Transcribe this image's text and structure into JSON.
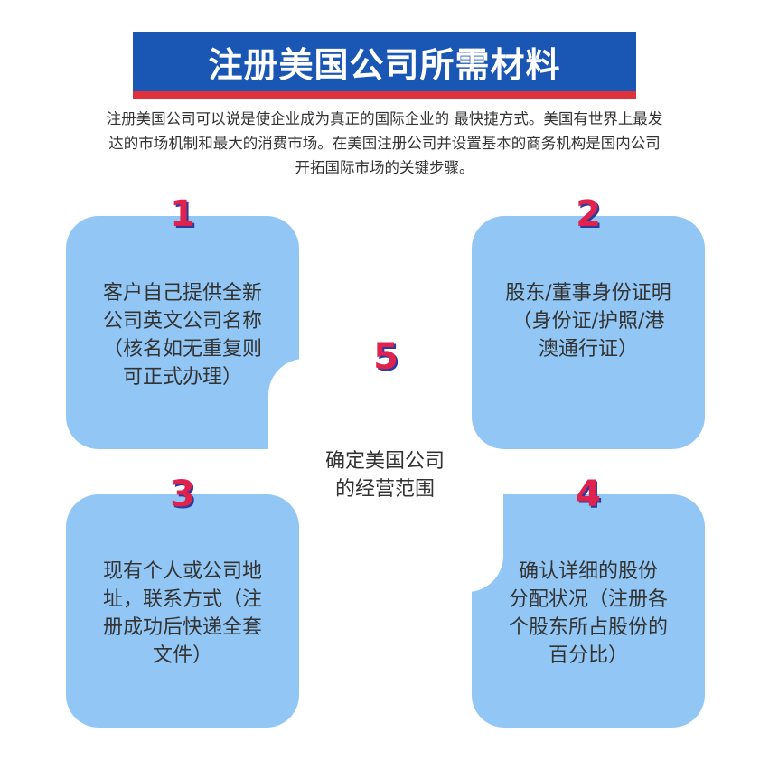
{
  "header": {
    "title": "注册美国公司所需材料"
  },
  "intro": {
    "lines": [
      "注册美国公司可以说是使企业成为真正的国际企业的 最快捷方式。美国有世界上最发",
      "达的市场机制和最大的消费市场。在美国注册公司并设置基本的商务机构是国内公司",
      "开拓国际市场的关键步骤。"
    ]
  },
  "items": [
    {
      "number": "1",
      "lines": [
        "客户自己提供全新",
        "公司英文公司名称",
        "（核名如无重复则",
        "可正式办理）"
      ]
    },
    {
      "number": "2",
      "lines": [
        "股东/董事身份证明",
        "（身份证/护照/港",
        "澳通行证）"
      ]
    },
    {
      "number": "3",
      "lines": [
        "现有个人或公司地",
        "址，联系方式（注",
        "册成功后快递全套",
        "文件）"
      ]
    },
    {
      "number": "4",
      "lines": [
        "确认详细的股份",
        "分配状况（注册各",
        "个股东所占股份的",
        "百分比）"
      ]
    },
    {
      "number": "5",
      "lines": [
        "确定美国公司",
        "的经营范围"
      ]
    }
  ],
  "colors": {
    "banner_blue": "#1a56b4",
    "banner_red": "#e0303a",
    "card_blue": "#92c7f5",
    "number_red": "#e0234e",
    "number_shadow": "#2a3a9e"
  }
}
